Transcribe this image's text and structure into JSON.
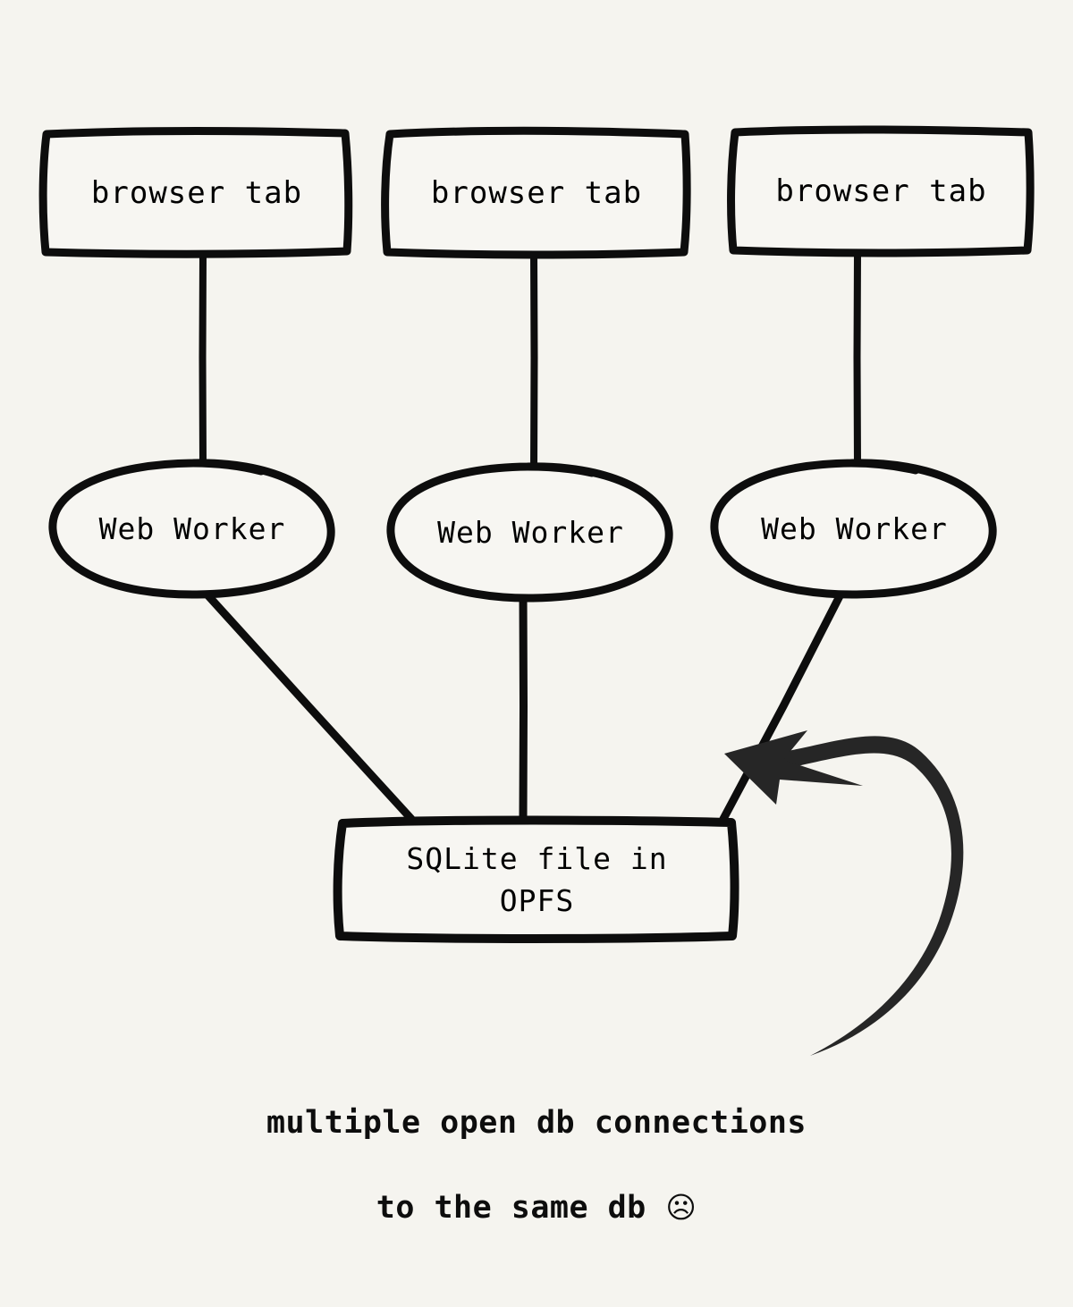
{
  "diagram": {
    "title_text": "",
    "background_color": "#f5f4ef",
    "stroke_color": "#0d0d0d",
    "arrow_color": "#262626",
    "style": "hand-drawn",
    "nodes": {
      "tabs": [
        {
          "label": "browser tab"
        },
        {
          "label": "browser tab"
        },
        {
          "label": "browser tab"
        }
      ],
      "workers": [
        {
          "label": "Web Worker"
        },
        {
          "label": "Web Worker"
        },
        {
          "label": "Web Worker"
        }
      ],
      "store": {
        "label_line1": "SQLite file in",
        "label_line2": "OPFS",
        "label": "SQLite file in\nOPFS"
      }
    },
    "annotation": {
      "text": "multiple open db connections\nto the same db",
      "line1": "multiple open db connections",
      "line2": "to the same db",
      "emoji": "☹",
      "emoji_name": "frowning-face"
    },
    "edges": [
      {
        "from": "browser tab 1",
        "to": "Web Worker 1",
        "kind": "line"
      },
      {
        "from": "browser tab 2",
        "to": "Web Worker 2",
        "kind": "line"
      },
      {
        "from": "browser tab 3",
        "to": "Web Worker 3",
        "kind": "line"
      },
      {
        "from": "Web Worker 1",
        "to": "SQLite file in OPFS",
        "kind": "line"
      },
      {
        "from": "Web Worker 2",
        "to": "SQLite file in OPFS",
        "kind": "line"
      },
      {
        "from": "Web Worker 3",
        "to": "SQLite file in OPFS",
        "kind": "line"
      },
      {
        "from": "annotation",
        "to": "Web Worker 3 to SQLite file in OPFS edge",
        "kind": "curved-arrow"
      }
    ]
  }
}
